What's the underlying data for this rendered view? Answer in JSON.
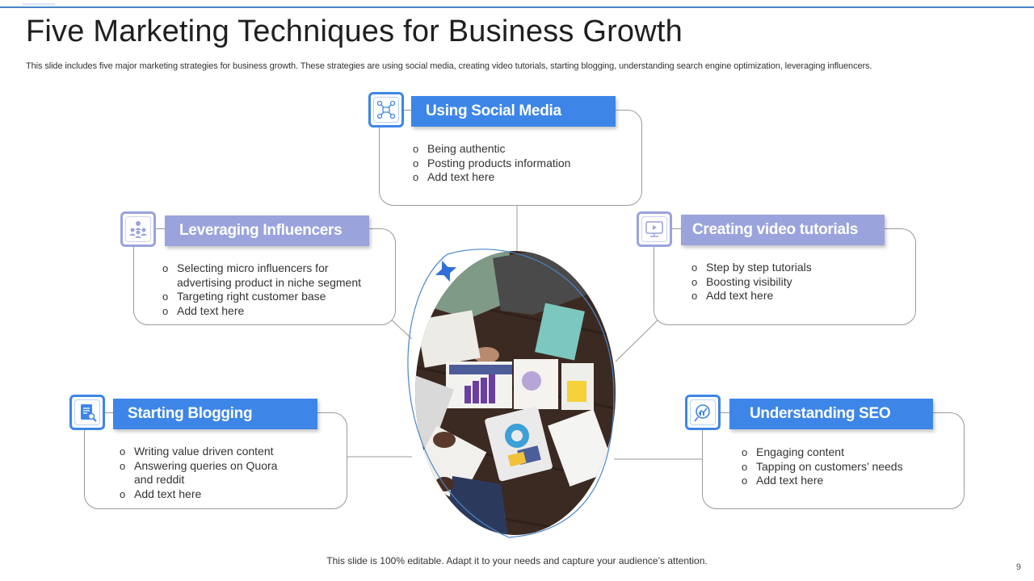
{
  "slide": {
    "title": "Five Marketing Techniques for Business Growth",
    "subtitle": "This slide includes five major marketing strategies for business growth. These strategies are using social media, creating video tutorials, starting blogging, understanding search engine optimization, leveraging influencers.",
    "footer": "This slide is 100% editable. Adapt it to your needs and capture your audience’s attention.",
    "page_number": "9"
  },
  "colors": {
    "accent_blue": "#3d86e8",
    "accent_lavender": "#9aa3dc",
    "rule": "#4a86c8",
    "border": "#9a9a9a"
  },
  "techniques": {
    "social": {
      "heading": "Using Social Media",
      "icon": "network-icon",
      "bullets": [
        "Being  authentic",
        "Posting products information",
        "Add text here"
      ]
    },
    "influencers": {
      "heading": "Leveraging Influencers",
      "icon": "people-group-icon",
      "bullets": [
        "Selecting micro influencers for advertising product in niche segment",
        "Targeting right customer base",
        "Add text here"
      ]
    },
    "video": {
      "heading": "Creating video tutorials",
      "icon": "video-monitor-icon",
      "bullets": [
        "Step by step tutorials",
        "Boosting visibility",
        "Add text here"
      ]
    },
    "blogging": {
      "heading": "Starting Blogging",
      "icon": "blog-document-icon",
      "bullets": [
        "Writing value driven content",
        "Answering queries on Quora and reddit",
        "Add text here"
      ]
    },
    "seo": {
      "heading": "Understanding SEO",
      "icon": "seo-magnifier-icon",
      "bullets": [
        "Engaging content",
        "Tapping on customers’ needs",
        "Add text here"
      ]
    }
  }
}
